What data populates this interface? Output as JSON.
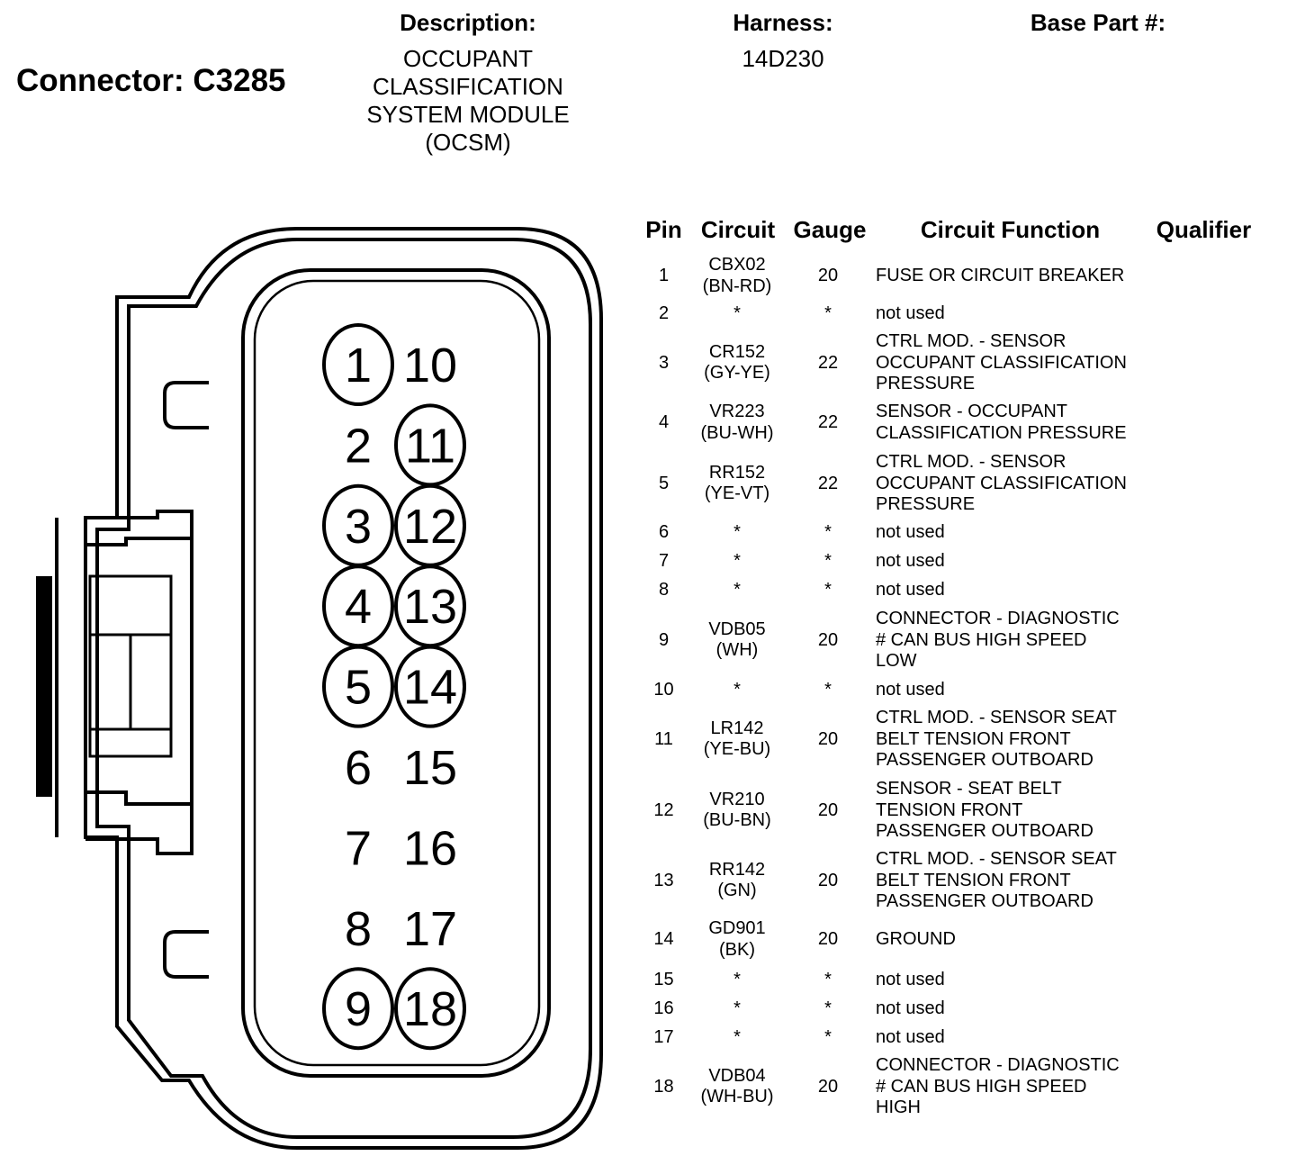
{
  "connector": {
    "label": "Connector: C3285"
  },
  "headers": {
    "description": "Description:",
    "harness": "Harness:",
    "base_part": "Base Part #:"
  },
  "description_lines": [
    "OCCUPANT",
    "CLASSIFICATION",
    "SYSTEM MODULE",
    "(OCSM)"
  ],
  "harness_value": "14D230",
  "table": {
    "columns": [
      "Pin",
      "Circuit",
      "Gauge",
      "Circuit Function",
      "Qualifier"
    ],
    "rows": [
      {
        "pin": "1",
        "circuit": [
          "CBX02",
          "(BN-RD)"
        ],
        "gauge": "20",
        "function": [
          "FUSE OR CIRCUIT BREAKER"
        ],
        "qualifier": ""
      },
      {
        "pin": "2",
        "circuit": [
          "*"
        ],
        "gauge": "*",
        "function": [
          "not used"
        ],
        "qualifier": ""
      },
      {
        "pin": "3",
        "circuit": [
          "CR152",
          "(GY-YE)"
        ],
        "gauge": "22",
        "function": [
          "CTRL MOD. - SENSOR",
          "OCCUPANT CLASSIFICATION",
          "PRESSURE"
        ],
        "qualifier": ""
      },
      {
        "pin": "4",
        "circuit": [
          "VR223",
          "(BU-WH)"
        ],
        "gauge": "22",
        "function": [
          "SENSOR - OCCUPANT",
          "CLASSIFICATION PRESSURE"
        ],
        "qualifier": ""
      },
      {
        "pin": "5",
        "circuit": [
          "RR152",
          "(YE-VT)"
        ],
        "gauge": "22",
        "function": [
          "CTRL MOD. - SENSOR",
          "OCCUPANT CLASSIFICATION",
          "PRESSURE"
        ],
        "qualifier": ""
      },
      {
        "pin": "6",
        "circuit": [
          "*"
        ],
        "gauge": "*",
        "function": [
          "not used"
        ],
        "qualifier": ""
      },
      {
        "pin": "7",
        "circuit": [
          "*"
        ],
        "gauge": "*",
        "function": [
          "not used"
        ],
        "qualifier": ""
      },
      {
        "pin": "8",
        "circuit": [
          "*"
        ],
        "gauge": "*",
        "function": [
          "not used"
        ],
        "qualifier": ""
      },
      {
        "pin": "9",
        "circuit": [
          "VDB05",
          "(WH)"
        ],
        "gauge": "20",
        "function": [
          "CONNECTOR - DIAGNOSTIC",
          "# CAN BUS HIGH SPEED",
          "LOW"
        ],
        "qualifier": ""
      },
      {
        "pin": "10",
        "circuit": [
          "*"
        ],
        "gauge": "*",
        "function": [
          "not used"
        ],
        "qualifier": ""
      },
      {
        "pin": "11",
        "circuit": [
          "LR142",
          "(YE-BU)"
        ],
        "gauge": "20",
        "function": [
          "CTRL MOD. - SENSOR SEAT",
          "BELT TENSION FRONT",
          "PASSENGER OUTBOARD"
        ],
        "qualifier": ""
      },
      {
        "pin": "12",
        "circuit": [
          "VR210",
          "(BU-BN)"
        ],
        "gauge": "20",
        "function": [
          "SENSOR - SEAT BELT",
          "TENSION FRONT",
          "PASSENGER OUTBOARD"
        ],
        "qualifier": ""
      },
      {
        "pin": "13",
        "circuit": [
          "RR142",
          "(GN)"
        ],
        "gauge": "20",
        "function": [
          "CTRL MOD. - SENSOR SEAT",
          "BELT TENSION FRONT",
          "PASSENGER OUTBOARD"
        ],
        "qualifier": ""
      },
      {
        "pin": "14",
        "circuit": [
          "GD901",
          "(BK)"
        ],
        "gauge": "20",
        "function": [
          "GROUND"
        ],
        "qualifier": ""
      },
      {
        "pin": "15",
        "circuit": [
          "*"
        ],
        "gauge": "*",
        "function": [
          "not used"
        ],
        "qualifier": ""
      },
      {
        "pin": "16",
        "circuit": [
          "*"
        ],
        "gauge": "*",
        "function": [
          "not used"
        ],
        "qualifier": ""
      },
      {
        "pin": "17",
        "circuit": [
          "*"
        ],
        "gauge": "*",
        "function": [
          "not used"
        ],
        "qualifier": ""
      },
      {
        "pin": "18",
        "circuit": [
          "VDB04",
          "(WH-BU)"
        ],
        "gauge": "20",
        "function": [
          "CONNECTOR - DIAGNOSTIC",
          "# CAN BUS HIGH SPEED",
          "HIGH"
        ],
        "qualifier": ""
      }
    ]
  },
  "connector_face": {
    "left_column": [
      "1",
      "2",
      "3",
      "4",
      "5",
      "6",
      "7",
      "8",
      "9"
    ],
    "right_column": [
      "10",
      "11",
      "12",
      "13",
      "14",
      "15",
      "16",
      "17",
      "18"
    ],
    "circled_pins": [
      "1",
      "3",
      "4",
      "5",
      "9",
      "11",
      "12",
      "13",
      "14",
      "18"
    ]
  }
}
